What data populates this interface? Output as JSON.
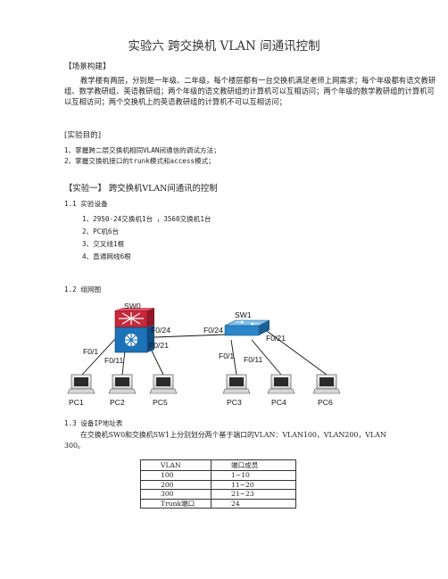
{
  "doc": {
    "title": "实验六  跨交换机 VLAN 间通讯控制",
    "scenario_heading": "【场景构建】",
    "scenario_text": "教学楼有两层，分别是一年级、二年级，每个楼层都有一台交换机满足老师上网需求；每个年级都有语文教研组、数学教研组、英语教研组；两个年级的语文教研组的计算机可以互相访问；两个年级的数学教研组的计算机可以互相访问；两个交换机上的英语教研组的计算机不可以互相访问；",
    "objective_heading": "[实验目的]",
    "objectives": [
      "1、掌握跨二层交换机相同VLAN间通信的调试方法；",
      "2、掌握交换机接口的trunk模式和access模式；"
    ],
    "exp1_heading": "【实验一】  跨交换机VLAN间通讯的控制",
    "s11_heading": "1.1 实验设备",
    "equipment": [
      "1、2950-24交换机1台 ，3560交换机1台",
      "2、PC机6台",
      "3、交叉线1根",
      "4、直通网线6根"
    ],
    "s12_heading": "1.2 组网图",
    "s13_heading": "1.3 设备IP地址表",
    "s13_text": "在交换机SW0和交换机SW1上分别划分两个基于端口的VLAN：VLAN100，VLAN200，VLAN 300。"
  },
  "diagram": {
    "sw0_label": "SW0",
    "sw1_label": "SW1",
    "port_labels": {
      "sw0_f024": "F0/24",
      "sw1_f024": "F0/24",
      "sw0_f021": "F0/21",
      "sw1_f021": "F0/21",
      "sw0_f01": "F0/1",
      "sw0_f011": "F0/11",
      "sw1_f01": "F0/1",
      "sw1_f011": "F0/11"
    },
    "pc_labels": [
      "PC1",
      "PC2",
      "PC5",
      "PC3",
      "PC4",
      "PC6"
    ],
    "colors": {
      "sw0_top": "#c8283a",
      "sw0_body": "#1e73b8",
      "sw1_body": "#2a86c9",
      "link": "#111111"
    }
  },
  "table": {
    "headers": [
      "VLAN",
      "端口成员"
    ],
    "rows": [
      [
        "100",
        "1~10"
      ],
      [
        "200",
        "11~20"
      ],
      [
        "300",
        "21~23"
      ],
      [
        "Trunk端口",
        "24"
      ]
    ]
  }
}
